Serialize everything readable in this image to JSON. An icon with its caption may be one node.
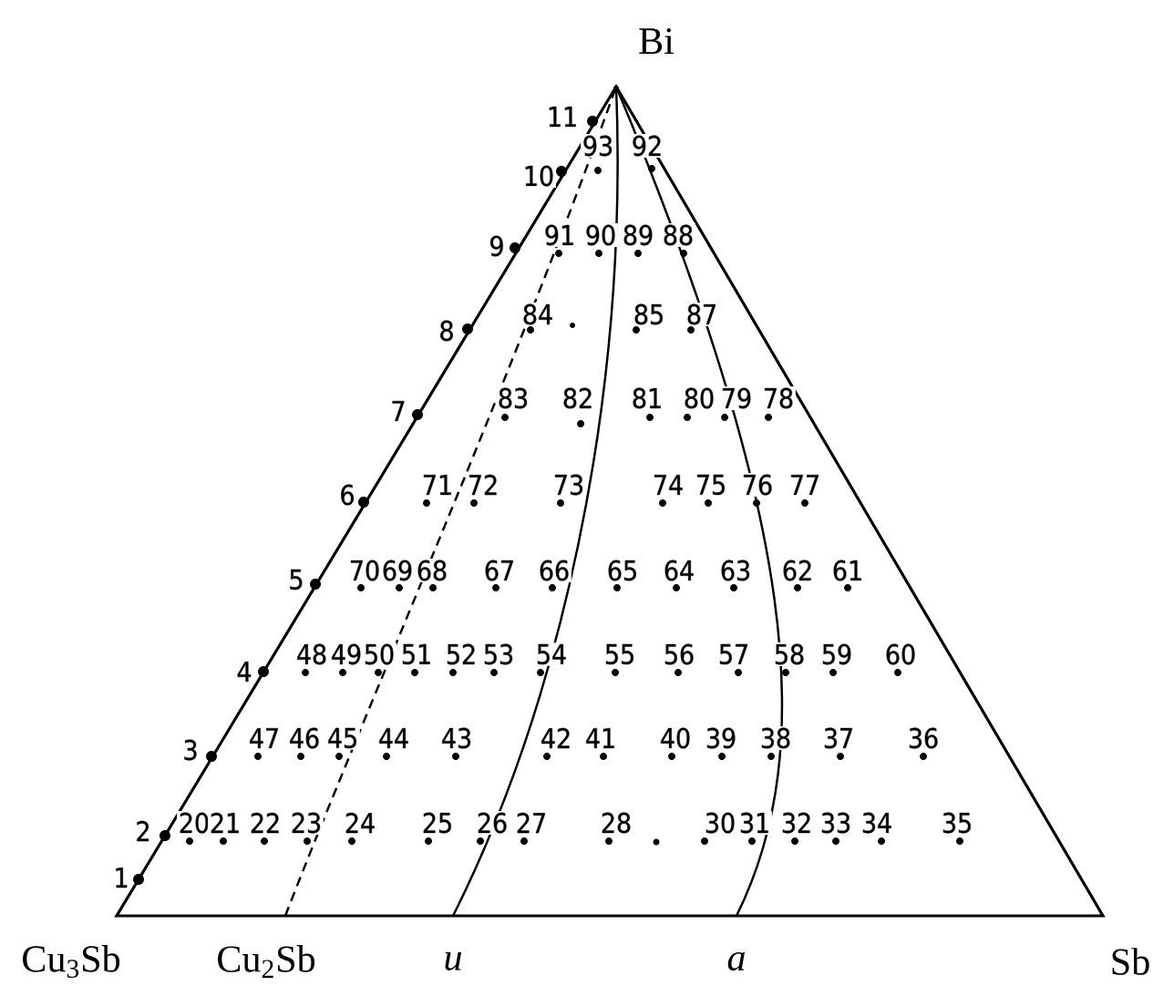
{
  "diagram": {
    "labels": [
      "Bi",
      "11",
      "93",
      "92",
      "10",
      "9",
      "91",
      "90",
      "89",
      "88",
      "8",
      "84",
      "85",
      "87",
      "7",
      "83",
      "82",
      "81",
      "80",
      "79",
      "78",
      "6",
      "71",
      "72",
      "73",
      "74",
      "75",
      "76",
      "77",
      "5",
      "70",
      "69",
      "68",
      "67",
      "66",
      "65",
      "64",
      "63",
      "62",
      "61",
      "4",
      "48",
      "49",
      "50",
      "51",
      "52",
      "53",
      "54",
      "55",
      "56",
      "57",
      "58",
      "59",
      "60",
      "3",
      "47",
      "46",
      "45",
      "44",
      "43",
      "42",
      "41",
      "40",
      "39",
      "38",
      "37",
      "36",
      "2",
      "20",
      "21",
      "22",
      "23",
      "24",
      "25",
      "26",
      "27",
      "28",
      "30",
      "31",
      "32",
      "33",
      "34",
      "35",
      "1",
      "Cu$_{3}$Sb",
      "Cu$_{2}$Sb",
      "u",
      "a",
      "Sb"
    ]
  }
}
